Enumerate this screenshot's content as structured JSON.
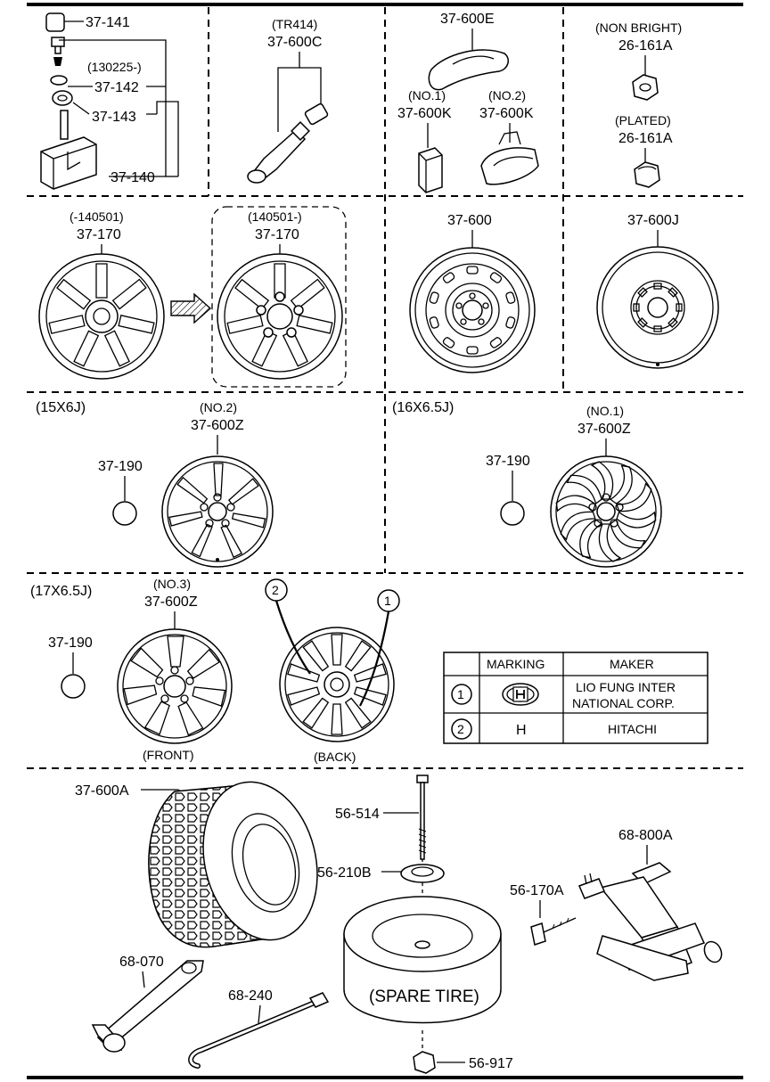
{
  "sections": {
    "tpms": {
      "labels": [
        "37-141",
        "(130225-)",
        "37-142",
        "37-143",
        "37-140"
      ]
    },
    "valve": {
      "note": "(TR414)",
      "part": "37-600C"
    },
    "weights": {
      "top": "37-600E",
      "no1_note": "(NO.1)",
      "no1_part": "37-600K",
      "no2_note": "(NO.2)",
      "no2_part": "37-600K"
    },
    "nuts": {
      "nonbright_note": "(NON BRIGHT)",
      "nonbright_part": "26-161A",
      "plated_note": "(PLATED)",
      "plated_part": "26-161A"
    },
    "wheel_old": {
      "note": "(-140501)",
      "part": "37-170"
    },
    "wheel_new": {
      "note": "(140501-)",
      "part": "37-170"
    },
    "steel_wheel": {
      "part": "37-600"
    },
    "spare_wheel": {
      "part": "37-600J"
    },
    "r15": {
      "size": "(15X6J)",
      "cap": "37-190",
      "note": "(NO.2)",
      "part": "37-600Z"
    },
    "r16": {
      "size": "(16X6.5J)",
      "cap": "37-190",
      "note": "(NO.1)",
      "part": "37-600Z"
    },
    "r17": {
      "size": "(17X6.5J)",
      "cap": "37-190",
      "note": "(NO.3)",
      "part": "37-600Z",
      "front": "(FRONT)",
      "back": "(BACK)",
      "callout1": "1",
      "callout2": "2"
    },
    "maker_table": {
      "headers": [
        "",
        "MARKING",
        "MAKER"
      ],
      "rows": [
        {
          "no": "1",
          "marking": "logo",
          "maker_line1": "LIO FUNG INTER",
          "maker_line2": "NATIONAL CORP."
        },
        {
          "no": "2",
          "marking": "H",
          "maker_line1": "HITACHI",
          "maker_line2": ""
        }
      ]
    },
    "bottom": {
      "tire": "37-600A",
      "bolt": "56-514",
      "washer": "56-210B",
      "spare_label": "(SPARE TIRE)",
      "nut": "56-917",
      "jack": "68-800A",
      "jack_bolt": "56-170A",
      "lug_wrench": "68-070",
      "jack_handle": "68-240"
    }
  }
}
